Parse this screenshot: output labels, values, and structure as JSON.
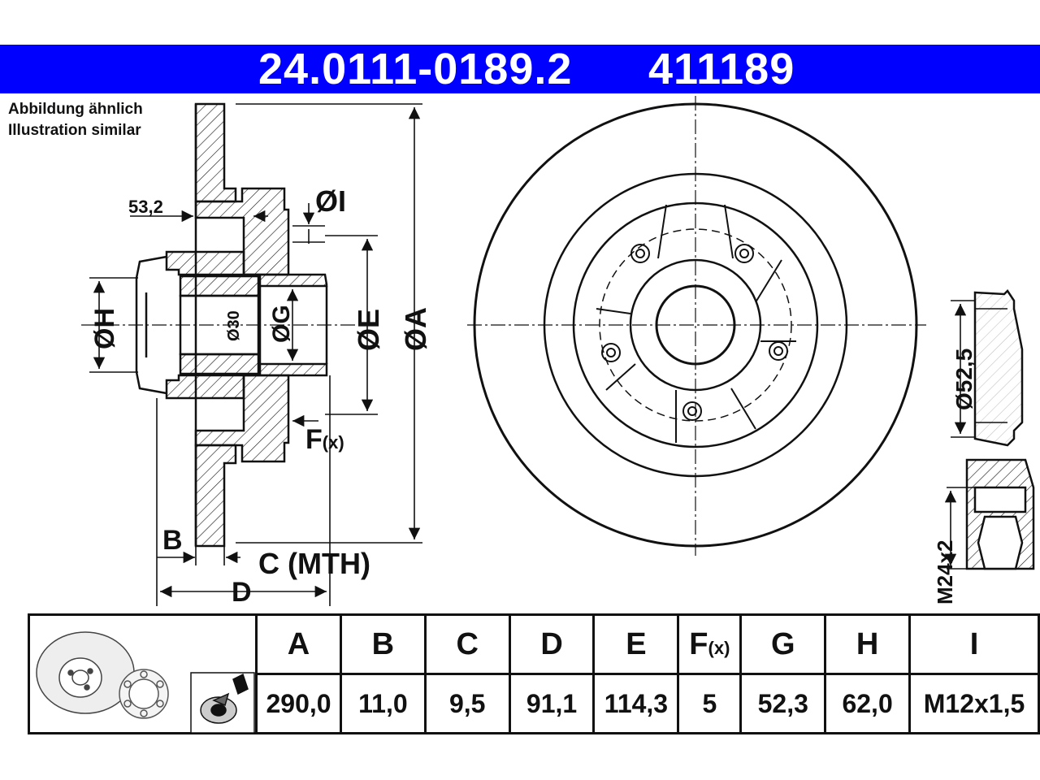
{
  "header": {
    "part_number": "24.0111-0189.2",
    "secondary_number": "411189",
    "color": "#0000ff"
  },
  "note": {
    "line1": "Abbildung ähnlich",
    "line2": "Illustration similar"
  },
  "drawing_labels": {
    "dim_53_2": "53,2",
    "dia_I": "ØI",
    "dia_H": "ØH",
    "dia_30": "Ø30",
    "dia_G": "ØG",
    "dia_E": "ØE",
    "dia_A": "ØA",
    "F": "F",
    "F_sub": "(x)",
    "B": "B",
    "C_mth": "C (MTH)",
    "D": "D",
    "dia_52_5": "Ø52,5",
    "m24x2": "M24x2"
  },
  "specs": {
    "headers": [
      "A",
      "B",
      "C",
      "D",
      "E",
      "F",
      "G",
      "H",
      "I"
    ],
    "f_suffix": "(x)",
    "values": [
      "290,0",
      "11,0",
      "9,5",
      "91,1",
      "114,3",
      "5",
      "52,3",
      "62,0",
      "M12x1,5"
    ]
  },
  "icons": [
    "brake-disc-icon",
    "bearing-icon",
    "grease-spray-icon"
  ]
}
